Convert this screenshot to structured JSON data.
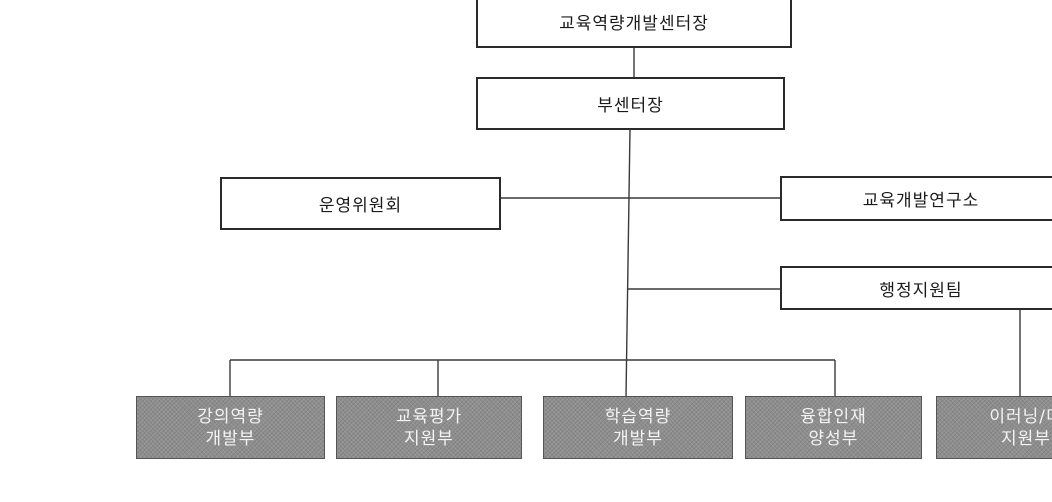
{
  "chart": {
    "director": "교육역량개발센터장",
    "vice_director": "부센터장",
    "committee": "운영위원회",
    "research_institute": "교육개발연구소",
    "admin_team": "행정지원팀",
    "departments": [
      {
        "line1": "강의역량",
        "line2": "개발부"
      },
      {
        "line1": "교육평가",
        "line2": "지원부"
      },
      {
        "line1": "학습역량",
        "line2": "개발부"
      },
      {
        "line1": "융합인재",
        "line2": "양성부"
      },
      {
        "line1": "이러닝/미",
        "line2": "지원부"
      }
    ]
  }
}
